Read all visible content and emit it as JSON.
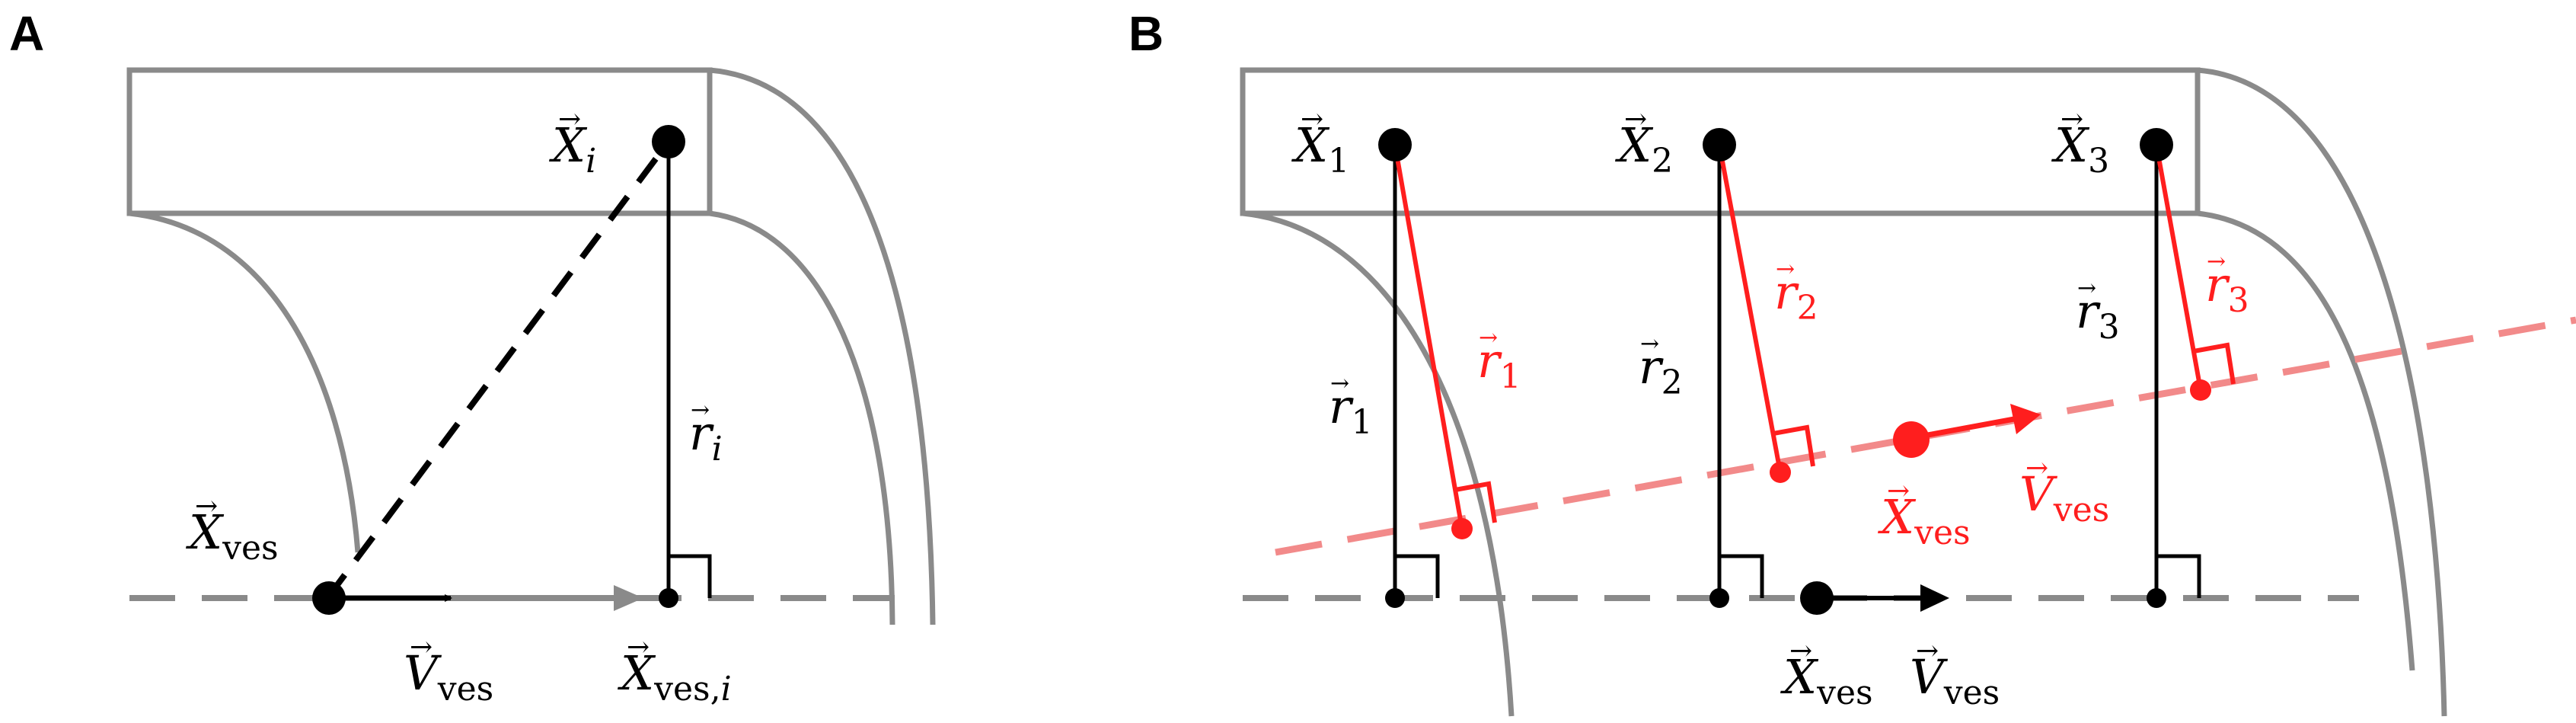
{
  "panels": {
    "a": {
      "letter": "A",
      "labels": {
        "x_i": {
          "sym": "X",
          "sub": "i"
        },
        "x_ves": {
          "sym": "X",
          "sub": "ves"
        },
        "v_ves": {
          "sym": "V",
          "sub": "ves"
        },
        "x_ves_i": {
          "sym": "X",
          "sub": "ves,",
          "sub_italic": "i"
        },
        "r_i": {
          "sym": "r",
          "sub": "i"
        }
      }
    },
    "b": {
      "letter": "B",
      "labels": {
        "x1": {
          "sym": "X",
          "sub": "1"
        },
        "x2": {
          "sym": "X",
          "sub": "2"
        },
        "x3": {
          "sym": "X",
          "sub": "3"
        },
        "r1_black": {
          "sym": "r",
          "sub": "1"
        },
        "r2_black": {
          "sym": "r",
          "sub": "2"
        },
        "r3_black": {
          "sym": "r",
          "sub": "3"
        },
        "r1_red": {
          "sym": "r",
          "sub": "1"
        },
        "r2_red": {
          "sym": "r",
          "sub": "2"
        },
        "r3_red": {
          "sym": "r",
          "sub": "3"
        },
        "x_ves_red": {
          "sym": "X",
          "sub": "ves"
        },
        "v_ves_red": {
          "sym": "V",
          "sub": "ves"
        },
        "x_ves_black": {
          "sym": "X",
          "sub": "ves"
        },
        "v_ves_black": {
          "sym": "V",
          "sub": "ves"
        }
      }
    }
  },
  "colors": {
    "black": "#000000",
    "red": "#ff1e1e",
    "pink": "#f28a8a",
    "grey": "#8a8a8a"
  }
}
